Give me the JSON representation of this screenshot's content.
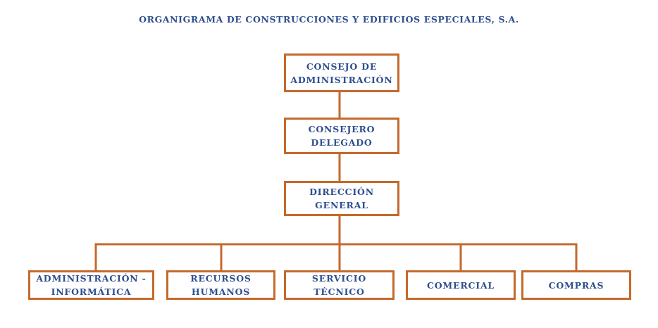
{
  "title": "ORGANIGRAMA DE CONSTRUCCIONES Y EDIFICIOS ESPECIALES, S.A.",
  "nodes": {
    "consejo": "CONSEJO DE\nADMINISTRACIÓN",
    "consejero": "CONSEJERO\nDELEGADO",
    "direccion": "DIRECCIÓN\nGENERAL",
    "admin_informatica": "ADMINISTRACIÓN -\nINFORMÁTICA",
    "recursos_humanos": "RECURSOS\nHUMANOS",
    "servicio_tecnico": "SERVICIO\nTÉCNICO",
    "comercial": "COMERCIAL",
    "compras": "COMPRAS"
  },
  "colors": {
    "text": "#2e4e8f",
    "border": "#c5692c",
    "connector": "#c5692c"
  }
}
